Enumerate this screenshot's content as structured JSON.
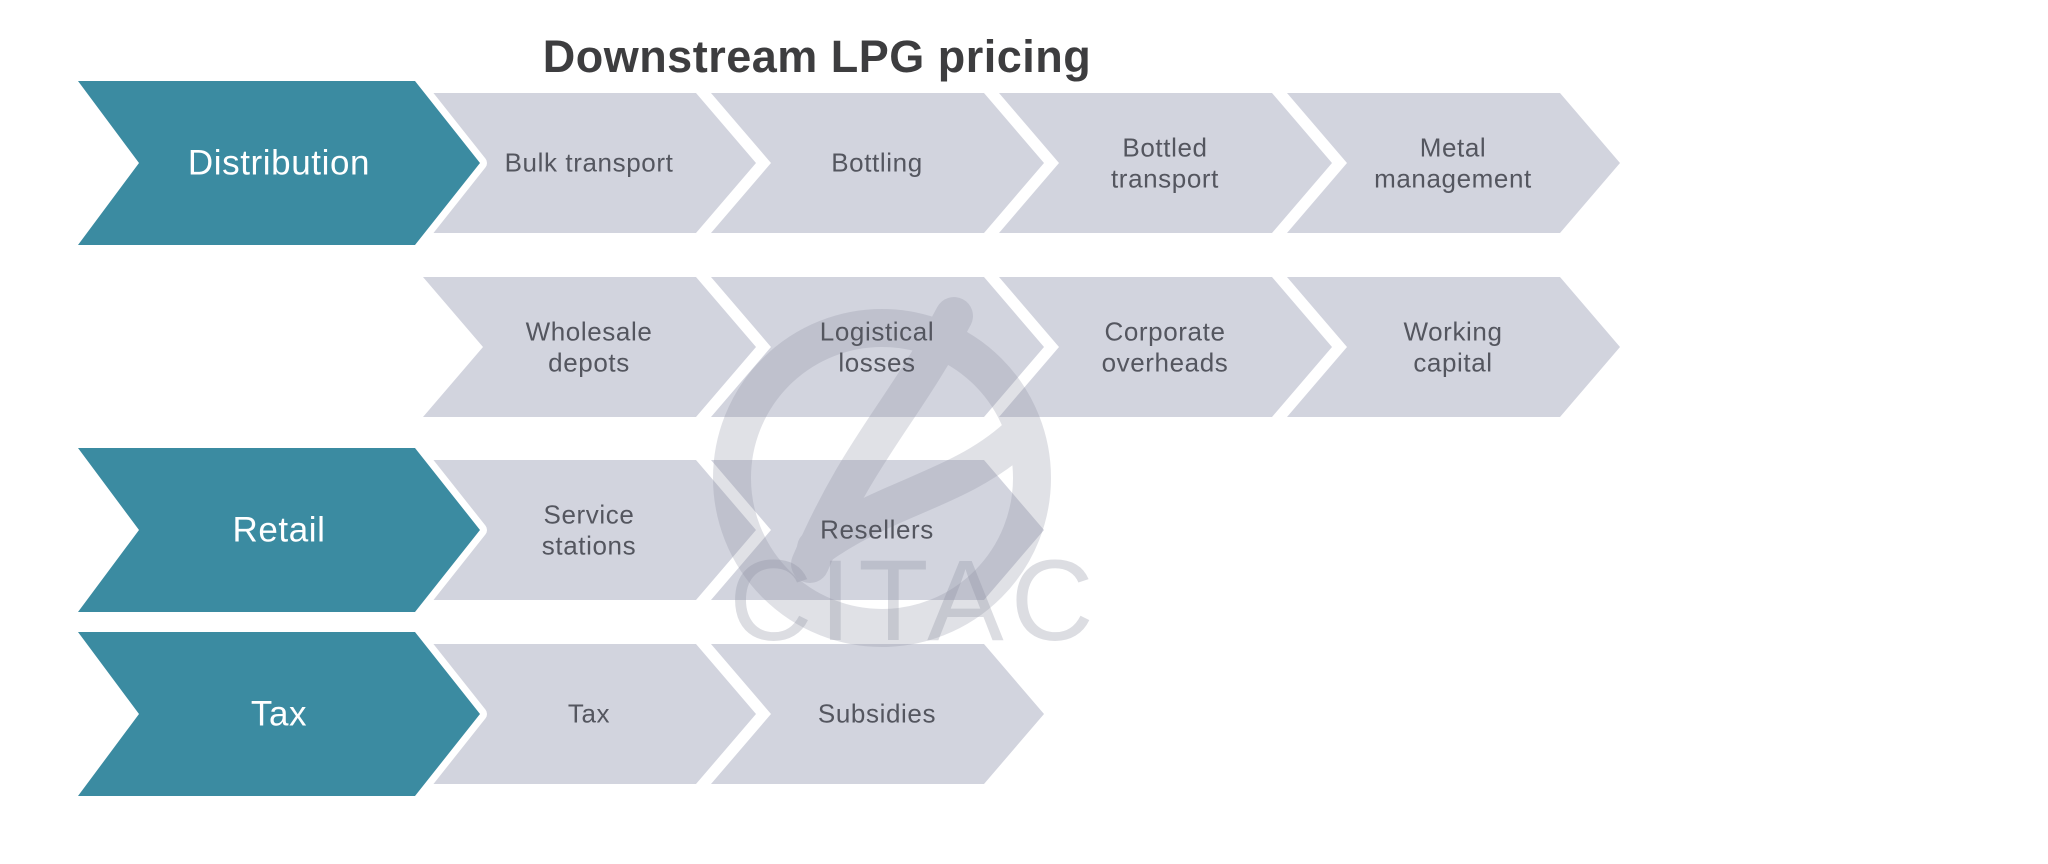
{
  "title": "Downstream LPG pricing",
  "watermark": {
    "text": "CITAC",
    "logo": "citac-swirl-logo"
  },
  "colors": {
    "header_chevron_fill": "#3B8BA1",
    "step_chevron_fill": "#D2D4DE",
    "chevron_outline": "#FFFFFF",
    "header_text": "#FFFFFF",
    "step_text": "#54565F",
    "title_text": "#3D3D3F",
    "background": "#FFFFFF",
    "watermark_gray": "#8B8EA0"
  },
  "diagram": {
    "type": "chevron-process-flow",
    "rows": [
      {
        "header": "Distribution",
        "steps": [
          "Bulk transport",
          "Bottling",
          "Bottled transport",
          "Metal management"
        ]
      },
      {
        "header": null,
        "steps": [
          "Wholesale depots",
          "Logistical losses",
          "Corporate overheads",
          "Working capital"
        ]
      },
      {
        "header": "Retail",
        "steps": [
          "Service stations",
          "Resellers"
        ]
      },
      {
        "header": "Tax",
        "steps": [
          "Tax",
          "Subsidies"
        ]
      }
    ]
  }
}
